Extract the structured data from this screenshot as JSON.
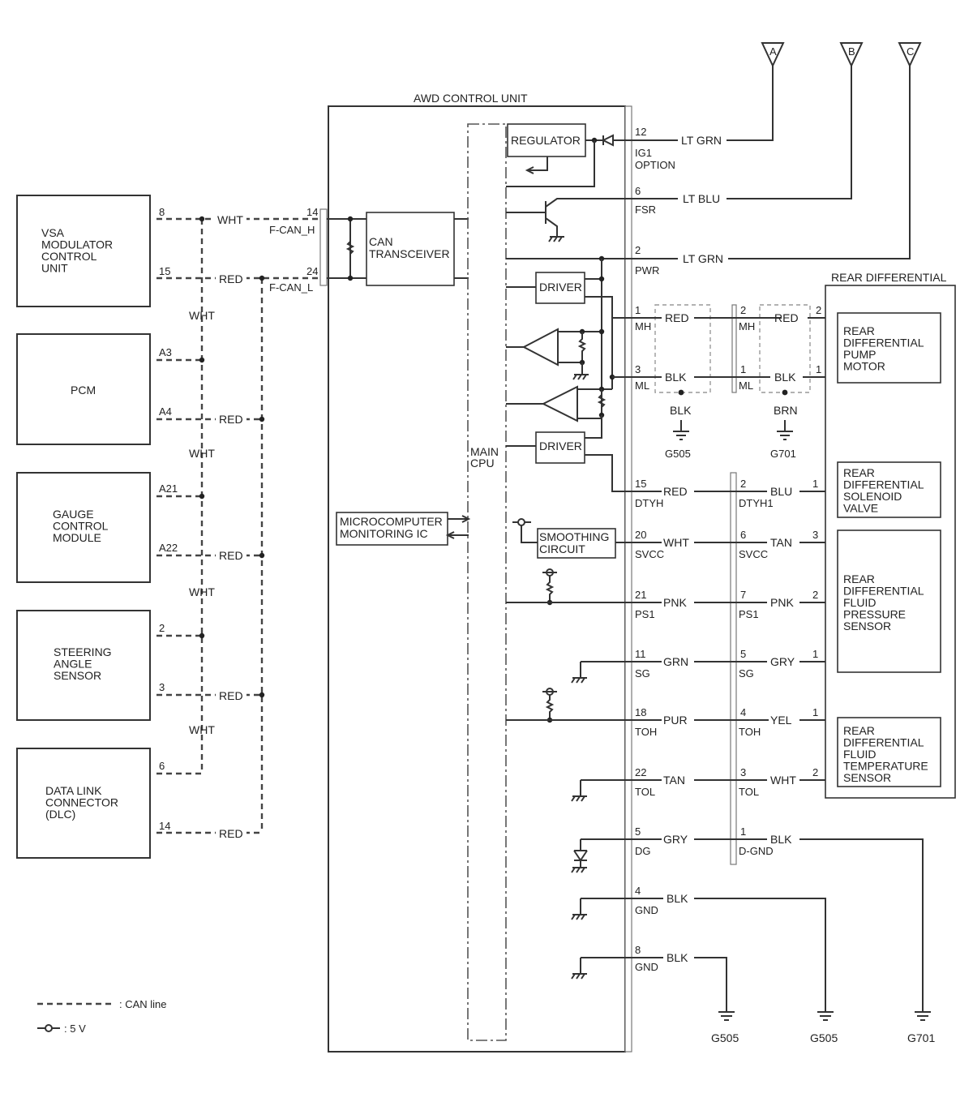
{
  "title": "AWD CONTROL UNIT",
  "rear_diff_title": "REAR DIFFERENTIAL",
  "antenna": [
    "A",
    "B",
    "C"
  ],
  "modules": {
    "vsa": "VSA\nMODULATOR\nCONTROL\nUNIT",
    "pcm": "PCM",
    "gauge": "GAUGE\nCONTROL\nMODULE",
    "steering": "STEERING\nANGLE\nSENSOR",
    "dlc": "DATA LINK\nCONNECTOR\n(DLC)"
  },
  "module_pins": {
    "vsa": [
      "8",
      "15"
    ],
    "pcm": [
      "A3",
      "A4"
    ],
    "gauge": [
      "A21",
      "A22"
    ],
    "steering": [
      "2",
      "3"
    ],
    "dlc": [
      "6",
      "14"
    ]
  },
  "can_colors": {
    "h": "WHT",
    "l": "RED"
  },
  "can_pins": {
    "h_num": "14",
    "h_name": "F-CAN_H",
    "l_num": "24",
    "l_name": "F-CAN_L"
  },
  "internal": {
    "can_transceiver": "CAN\nTRANSCEIVER",
    "regulator": "REGULATOR",
    "driver": "DRIVER",
    "main_cpu": "MAIN\nCPU",
    "micro": "MICROCOMPUTER\nMONITORING IC",
    "smoothing": "SMOOTHING\nCIRCUIT"
  },
  "top_pins": [
    {
      "num": "12",
      "name": "IG1\nOPTION",
      "color": "LT GRN"
    },
    {
      "num": "6",
      "name": "FSR",
      "color": "LT BLU"
    },
    {
      "num": "2",
      "name": "PWR",
      "color": "LT GRN"
    }
  ],
  "motor_wires": [
    {
      "pin": "1",
      "name": "MH",
      "color": "RED",
      "jpin": "2",
      "jname": "MH",
      "color2": "RED",
      "epin": "2"
    },
    {
      "pin": "3",
      "name": "ML",
      "color": "BLK",
      "jpin": "1",
      "jname": "ML",
      "color2": "BLK",
      "epin": "1"
    }
  ],
  "shield": [
    {
      "color": "BLK",
      "ground": "G505"
    },
    {
      "color": "BRN",
      "ground": "G701"
    }
  ],
  "signal_wires": [
    {
      "pin": "15",
      "name": "DTYH",
      "color": "RED",
      "jpin": "2",
      "jname": "DTYH1",
      "color2": "BLU",
      "epin": "1"
    },
    {
      "pin": "20",
      "name": "SVCC",
      "color": "WHT",
      "jpin": "6",
      "jname": "SVCC",
      "color2": "TAN",
      "epin": "3"
    },
    {
      "pin": "21",
      "name": "PS1",
      "color": "PNK",
      "jpin": "7",
      "jname": "PS1",
      "color2": "PNK",
      "epin": "2"
    },
    {
      "pin": "11",
      "name": "SG",
      "color": "GRN",
      "jpin": "5",
      "jname": "SG",
      "color2": "GRY",
      "epin": "1"
    },
    {
      "pin": "18",
      "name": "TOH",
      "color": "PUR",
      "jpin": "4",
      "jname": "TOH",
      "color2": "YEL",
      "epin": "1"
    },
    {
      "pin": "22",
      "name": "TOL",
      "color": "TAN",
      "jpin": "3",
      "jname": "TOL",
      "color2": "WHT",
      "epin": "2"
    },
    {
      "pin": "5",
      "name": "DG",
      "color": "GRY",
      "jpin": "1",
      "jname": "D-GND",
      "color2": "BLK",
      "epin": ""
    }
  ],
  "ground_wires": [
    {
      "pin": "4",
      "name": "GND",
      "color": "BLK"
    },
    {
      "pin": "8",
      "name": "GND",
      "color": "BLK"
    }
  ],
  "bottom_grounds": [
    "G505",
    "G505",
    "G701"
  ],
  "rear_components": {
    "pump": "REAR\nDIFFERENTIAL\nPUMP\nMOTOR",
    "solenoid": "REAR\nDIFFERENTIAL\nSOLENOID\nVALVE",
    "pressure": "REAR\nDIFFERENTIAL\nFLUID\nPRESSURE\nSENSOR",
    "temp": "REAR\nDIFFERENTIAL\nFLUID\nTEMPERATURE\nSENSOR"
  },
  "legend": {
    "can_line": ": CAN line",
    "five_v": ": 5 V"
  }
}
